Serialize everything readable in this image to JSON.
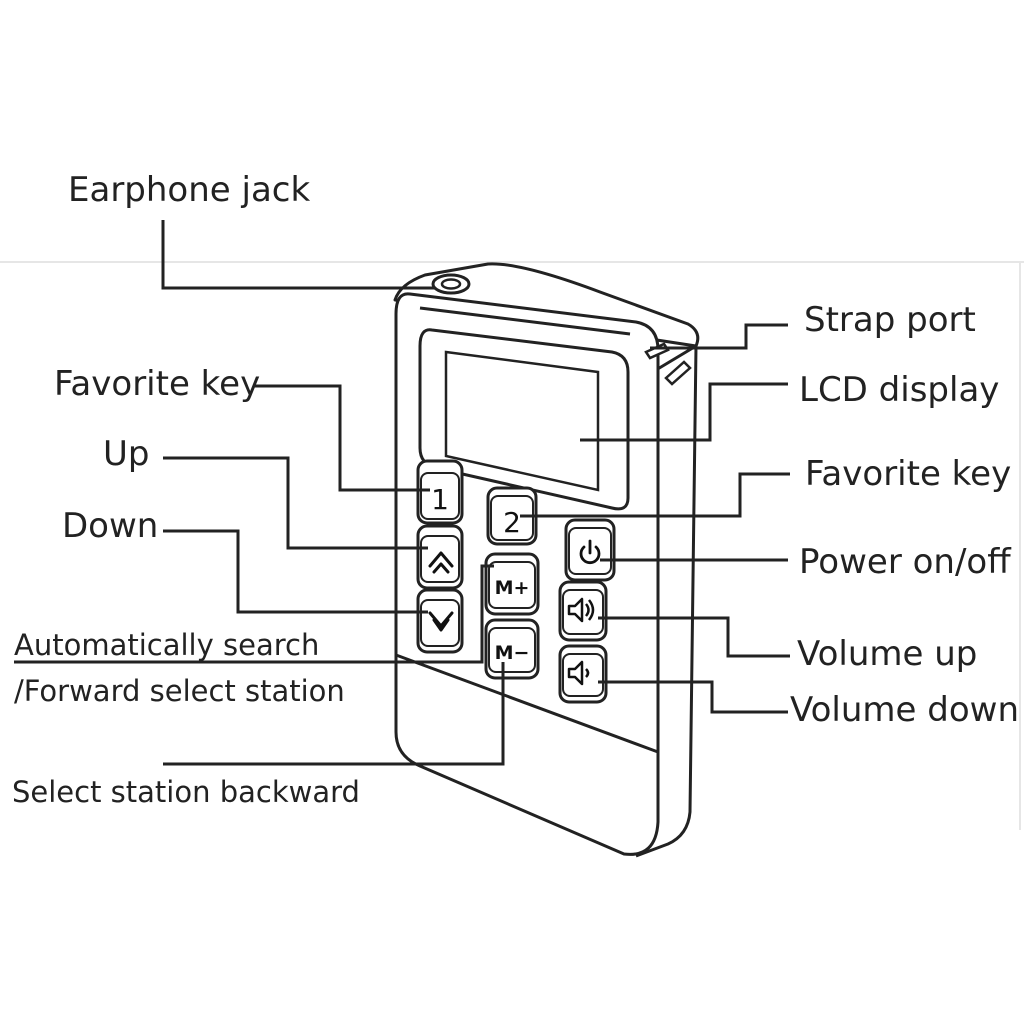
{
  "labels": {
    "earphone_jack": "Earphone jack",
    "favorite_key_left": "Favorite key",
    "up": "Up",
    "down": "Down",
    "auto_search_line1": "Automatically search",
    "auto_search_line2": "/Forward select station",
    "select_backward": "Select station backward",
    "strap_port": "Strap port",
    "lcd_display": "LCD display",
    "favorite_key_right": "Favorite key",
    "power": "Power on/off",
    "volume_up": "Volume up",
    "volume_down": "Volume down"
  },
  "keys": {
    "fav1": "1",
    "fav2": "2",
    "m_plus": "M+",
    "m_minus": "M−"
  },
  "icons": {
    "up_key": "chevron-up-icon",
    "down_key": "chevron-down-icon",
    "power_key": "power-icon",
    "volume_up_key": "speaker-loud-icon",
    "volume_down_key": "speaker-quiet-icon"
  }
}
